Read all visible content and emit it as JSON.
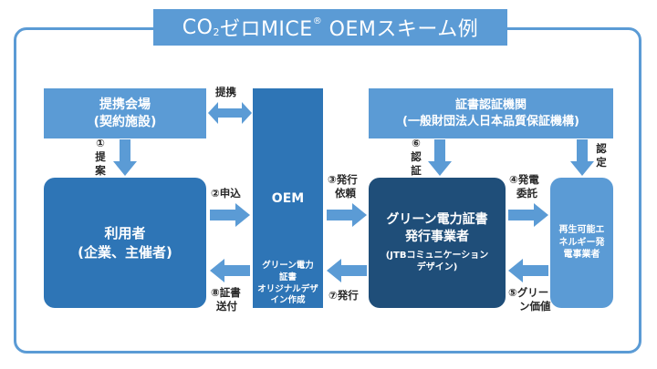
{
  "title": {
    "pre": "CO",
    "sub": "2",
    "mid": "ゼロMICE",
    "sup": "®",
    "post": " OEMスキーム例"
  },
  "nodes": {
    "venue": [
      "提携会場",
      "(契約施設)"
    ],
    "user": [
      "利用者",
      "(企業、主催者)"
    ],
    "oem_title": "OEM",
    "oem_desc": [
      "グリーン電力",
      "証書",
      "オリジナルデザ",
      "イン作成"
    ],
    "cert_org": [
      "証書認証機関",
      "(一般財団法人日本品質保証機構)"
    ],
    "issuer": [
      "グリーン電力証書",
      "発行事業者",
      "(JTBコミュニケーション",
      "デザイン)"
    ],
    "generator": [
      "再生可能エ",
      "ネルギー発",
      "電事業者"
    ]
  },
  "edges": {
    "partner": "提携",
    "e1": [
      "①",
      "提",
      "案"
    ],
    "e2": "②申込",
    "e3": [
      "③発行",
      "依頼"
    ],
    "e4": [
      "④発電",
      "委託"
    ],
    "e5": [
      "⑤グリー",
      "ン価値"
    ],
    "e6": [
      "⑥",
      "認",
      "証"
    ],
    "e7": "⑦発行",
    "e8": [
      "⑧証書",
      "送付"
    ],
    "approve": [
      "認",
      "定"
    ]
  }
}
